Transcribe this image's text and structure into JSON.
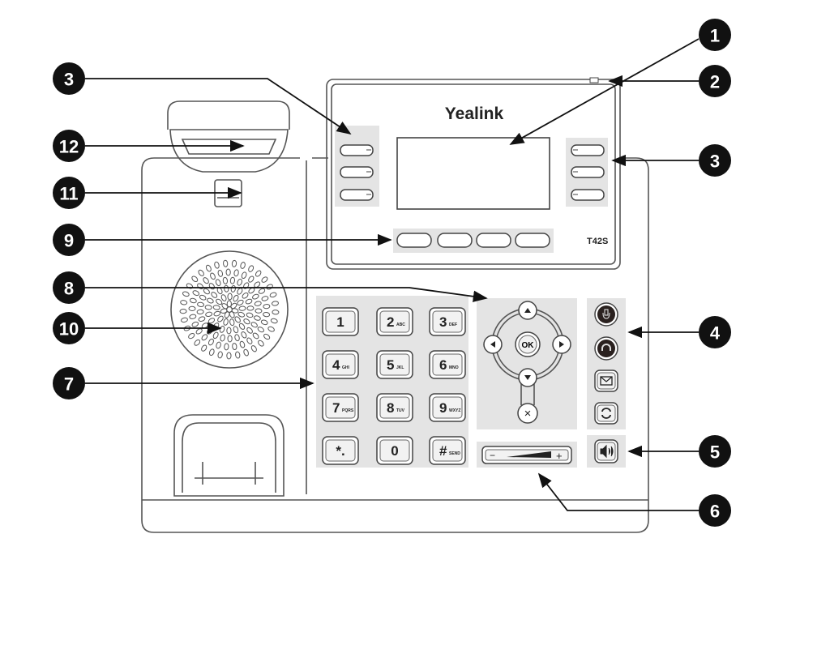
{
  "brand": "Yealink",
  "model": "T42S",
  "keypad": [
    {
      "digit": "1",
      "letters": ""
    },
    {
      "digit": "2",
      "letters": "ABC"
    },
    {
      "digit": "3",
      "letters": "DEF"
    },
    {
      "digit": "4",
      "letters": "GHI"
    },
    {
      "digit": "5",
      "letters": "JKL"
    },
    {
      "digit": "6",
      "letters": "MNO"
    },
    {
      "digit": "7",
      "letters": "PQRS"
    },
    {
      "digit": "8",
      "letters": "TUV"
    },
    {
      "digit": "9",
      "letters": "WXYZ"
    },
    {
      "digit": "*.",
      "letters": ""
    },
    {
      "digit": "0",
      "letters": ""
    },
    {
      "digit": "#",
      "letters": "SEND"
    }
  ],
  "nav": {
    "ok": "OK",
    "cancel": "×",
    "volume_minus": "−",
    "volume_plus": "+"
  },
  "callouts": [
    {
      "id": "1",
      "target": "display"
    },
    {
      "id": "2",
      "target": "power-indicator"
    },
    {
      "id": "3",
      "target": "line-keys-right"
    },
    {
      "id": "3",
      "target": "line-keys-left"
    },
    {
      "id": "12",
      "target": "reversible-tab"
    },
    {
      "id": "11",
      "target": "hookswitch"
    },
    {
      "id": "9",
      "target": "soft-keys"
    },
    {
      "id": "8",
      "target": "navigation-keys"
    },
    {
      "id": "10",
      "target": "speaker"
    },
    {
      "id": "7",
      "target": "keypad"
    },
    {
      "id": "4",
      "target": "feature-keys"
    },
    {
      "id": "5",
      "target": "speakerphone-key"
    },
    {
      "id": "6",
      "target": "volume-key"
    }
  ],
  "colors": {
    "panel": "#e4e4e4",
    "outline": "#555555",
    "badge": "#111111"
  }
}
